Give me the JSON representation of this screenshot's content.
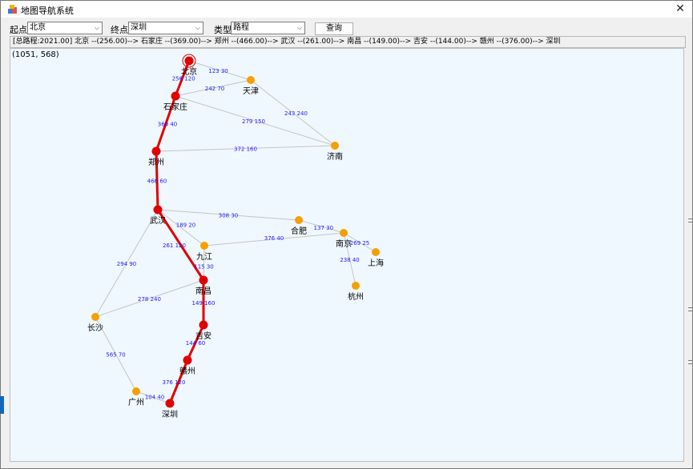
{
  "window": {
    "title": "地图导航系统"
  },
  "controls": {
    "start_label": "起点",
    "start_value": "北京",
    "end_label": "终点",
    "end_value": "深圳",
    "type_label": "类型",
    "type_value": "路程",
    "query_label": "查询"
  },
  "result": {
    "text": "[总路程:2021.00]  北京 --(256.00)--> 石家庄 --(369.00)--> 郑州 --(466.00)--> 武汉 --(261.00)--> 南昌 --(149.00)--> 吉安 --(144.00)--> 赣州 --(376.00)--> 深圳"
  },
  "map": {
    "cursor_readout": "(1051, 568)",
    "colors": {
      "edge": "#c4c4c4",
      "route": "#e00000",
      "city": "#f5a000",
      "route_city": "#e00000",
      "edge_label": "#1a1aff"
    },
    "cities": [
      {
        "id": "beijing",
        "name": "北京",
        "on_route": true,
        "selected": true
      },
      {
        "id": "tianjin",
        "name": "天津",
        "on_route": false
      },
      {
        "id": "shijiazhuang",
        "name": "石家庄",
        "on_route": true
      },
      {
        "id": "jinan",
        "name": "济南",
        "on_route": false
      },
      {
        "id": "zhengzhou",
        "name": "郑州",
        "on_route": true
      },
      {
        "id": "wuhan",
        "name": "武汉",
        "on_route": true
      },
      {
        "id": "hefei",
        "name": "合肥",
        "on_route": false
      },
      {
        "id": "nanjing",
        "name": "南京",
        "on_route": false
      },
      {
        "id": "shanghai",
        "name": "上海",
        "on_route": false
      },
      {
        "id": "jiujiang",
        "name": "九江",
        "on_route": false
      },
      {
        "id": "hangzhou",
        "name": "杭州",
        "on_route": false
      },
      {
        "id": "nanchang",
        "name": "南昌",
        "on_route": true
      },
      {
        "id": "changsha",
        "name": "长沙",
        "on_route": false
      },
      {
        "id": "jian",
        "name": "吉安",
        "on_route": true
      },
      {
        "id": "ganzhou",
        "name": "赣州",
        "on_route": true
      },
      {
        "id": "guangzhou",
        "name": "广州",
        "on_route": false
      },
      {
        "id": "shenzhen",
        "name": "深圳",
        "on_route": true
      }
    ],
    "edges": [
      {
        "from": "beijing",
        "to": "tianjin",
        "label": "123 30",
        "on_route": false
      },
      {
        "from": "beijing",
        "to": "shijiazhuang",
        "label": "256 120",
        "on_route": true
      },
      {
        "from": "shijiazhuang",
        "to": "tianjin",
        "label": "242 70",
        "on_route": false
      },
      {
        "from": "tianjin",
        "to": "jinan",
        "label": "243 240",
        "on_route": false
      },
      {
        "from": "shijiazhuang",
        "to": "jinan",
        "label": "279 150",
        "on_route": false
      },
      {
        "from": "shijiazhuang",
        "to": "zhengzhou",
        "label": "369 40",
        "on_route": true
      },
      {
        "from": "zhengzhou",
        "to": "jinan",
        "label": "372 160",
        "on_route": false
      },
      {
        "from": "zhengzhou",
        "to": "wuhan",
        "label": "466 60",
        "on_route": true
      },
      {
        "from": "wuhan",
        "to": "hefei",
        "label": "308 30",
        "on_route": false
      },
      {
        "from": "hefei",
        "to": "nanjing",
        "label": "137 30",
        "on_route": false
      },
      {
        "from": "jiujiang",
        "to": "nanjing",
        "label": "376 40",
        "on_route": false
      },
      {
        "from": "nanjing",
        "to": "shanghai",
        "label": "269 25",
        "on_route": false
      },
      {
        "from": "nanjing",
        "to": "hangzhou",
        "label": "238 40",
        "on_route": false
      },
      {
        "from": "wuhan",
        "to": "jiujiang",
        "label": "189 20",
        "on_route": false
      },
      {
        "from": "wuhan",
        "to": "nanchang",
        "label": "261 120",
        "on_route": true
      },
      {
        "from": "jiujiang",
        "to": "nanchang",
        "label": "115 30",
        "on_route": false
      },
      {
        "from": "wuhan",
        "to": "changsha",
        "label": "294 90",
        "on_route": false
      },
      {
        "from": "changsha",
        "to": "nanchang",
        "label": "278 240",
        "on_route": false
      },
      {
        "from": "nanchang",
        "to": "jian",
        "label": "149 160",
        "on_route": true
      },
      {
        "from": "jian",
        "to": "ganzhou",
        "label": "144 60",
        "on_route": true
      },
      {
        "from": "changsha",
        "to": "guangzhou",
        "label": "565 70",
        "on_route": false
      },
      {
        "from": "ganzhou",
        "to": "shenzhen",
        "label": "376 120",
        "on_route": true
      },
      {
        "from": "guangzhou",
        "to": "shenzhen",
        "label": "104 40",
        "on_route": false
      }
    ]
  }
}
